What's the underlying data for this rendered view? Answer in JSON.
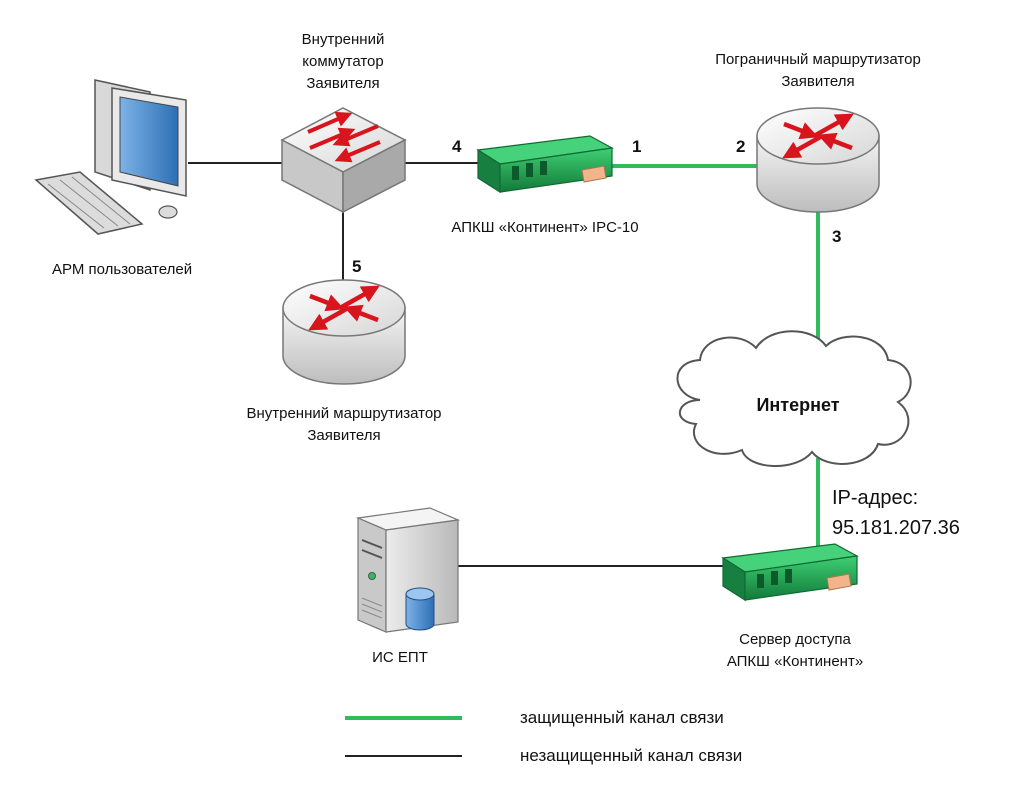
{
  "colors": {
    "secure_link": "#2ebd5a",
    "insecure_link": "#222222",
    "device_green": "#1f9a4e",
    "arrow_red": "#d8141c"
  },
  "nodes": {
    "workstation": {
      "label": "АРМ пользователей",
      "icon": "workstation-icon"
    },
    "internal_switch": {
      "label_lines": [
        "Внутренний",
        "коммутатор",
        "Заявителя"
      ],
      "icon": "switch-icon"
    },
    "continent_ipc10": {
      "label": "АПКШ «Континент» IPC-10",
      "icon": "security-appliance-icon"
    },
    "border_router": {
      "label_lines": [
        "Пограничный маршрутизатор",
        "Заявителя"
      ],
      "icon": "router-icon"
    },
    "internal_router": {
      "label_lines": [
        "Внутренний маршрутизатор",
        "Заявителя"
      ],
      "icon": "router-icon"
    },
    "internet": {
      "label": "Интернет",
      "icon": "cloud-icon"
    },
    "access_server": {
      "label_lines": [
        "Сервер доступа",
        "АПКШ «Континент»"
      ],
      "icon": "security-appliance-icon"
    },
    "is_ept": {
      "label": "ИС ЕПТ",
      "icon": "server-database-icon"
    }
  },
  "ports": {
    "p1": "1",
    "p2": "2",
    "p3": "3",
    "p4": "4",
    "p5": "5"
  },
  "ip": {
    "lines": [
      "IP-адрес:",
      "95.181.207.36"
    ]
  },
  "legend": {
    "secure": "защищенный канал связи",
    "insecure": "незащищенный канал связи"
  }
}
